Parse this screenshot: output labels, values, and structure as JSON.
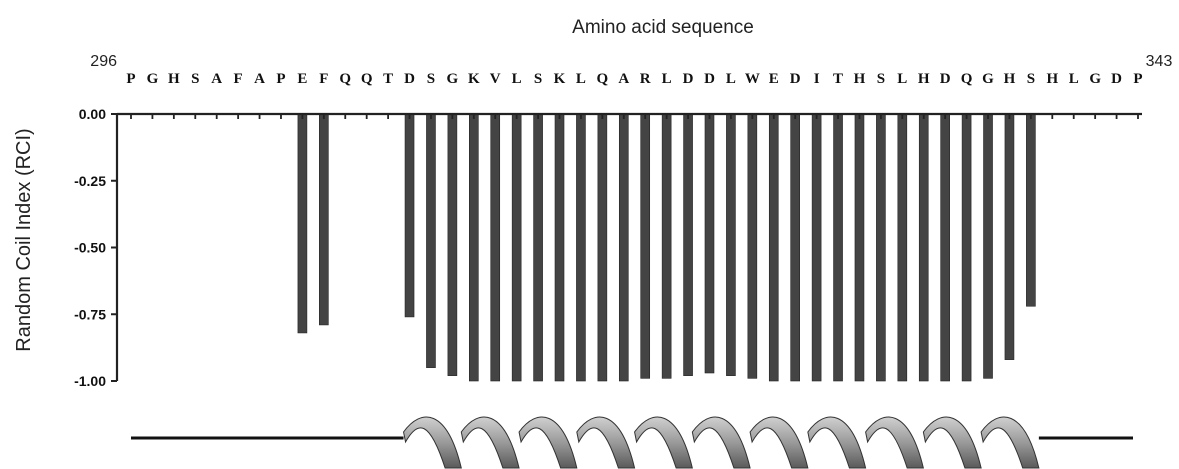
{
  "chart_data": {
    "type": "bar",
    "title": "Amino acid sequence",
    "xlabel": "",
    "ylabel": "Random Coil Index (RCI)",
    "ylim": [
      -1.0,
      0.0
    ],
    "y_ticks": [
      "0.00",
      "-0.25",
      "-0.50",
      "-0.75",
      "-1.00"
    ],
    "start_residue": "296",
    "end_residue": "343",
    "categories": [
      "P",
      "G",
      "H",
      "S",
      "A",
      "F",
      "A",
      "P",
      "E",
      "F",
      "Q",
      "Q",
      "T",
      "D",
      "S",
      "G",
      "K",
      "V",
      "L",
      "S",
      "K",
      "L",
      "Q",
      "A",
      "R",
      "L",
      "D",
      "D",
      "L",
      "W",
      "E",
      "D",
      "I",
      "T",
      "H",
      "S",
      "L",
      "H",
      "D",
      "Q",
      "G",
      "H",
      "S",
      "H",
      "L",
      "G",
      "D",
      "P"
    ],
    "values": [
      0,
      0,
      0,
      0,
      0,
      0,
      0,
      0,
      -0.82,
      -0.79,
      0,
      0,
      0,
      -0.76,
      -0.95,
      -0.98,
      -1.0,
      -1.0,
      -1.0,
      -1.0,
      -1.0,
      -1.0,
      -1.0,
      -1.0,
      -0.99,
      -0.99,
      -0.98,
      -0.97,
      -0.98,
      -0.99,
      -1.0,
      -1.0,
      -1.0,
      -1.0,
      -1.0,
      -1.0,
      -1.0,
      -1.0,
      -1.0,
      -1.0,
      -0.99,
      -0.92,
      -0.72,
      0,
      0,
      0,
      0,
      0
    ],
    "grid": false,
    "bar_color": "#444444"
  }
}
